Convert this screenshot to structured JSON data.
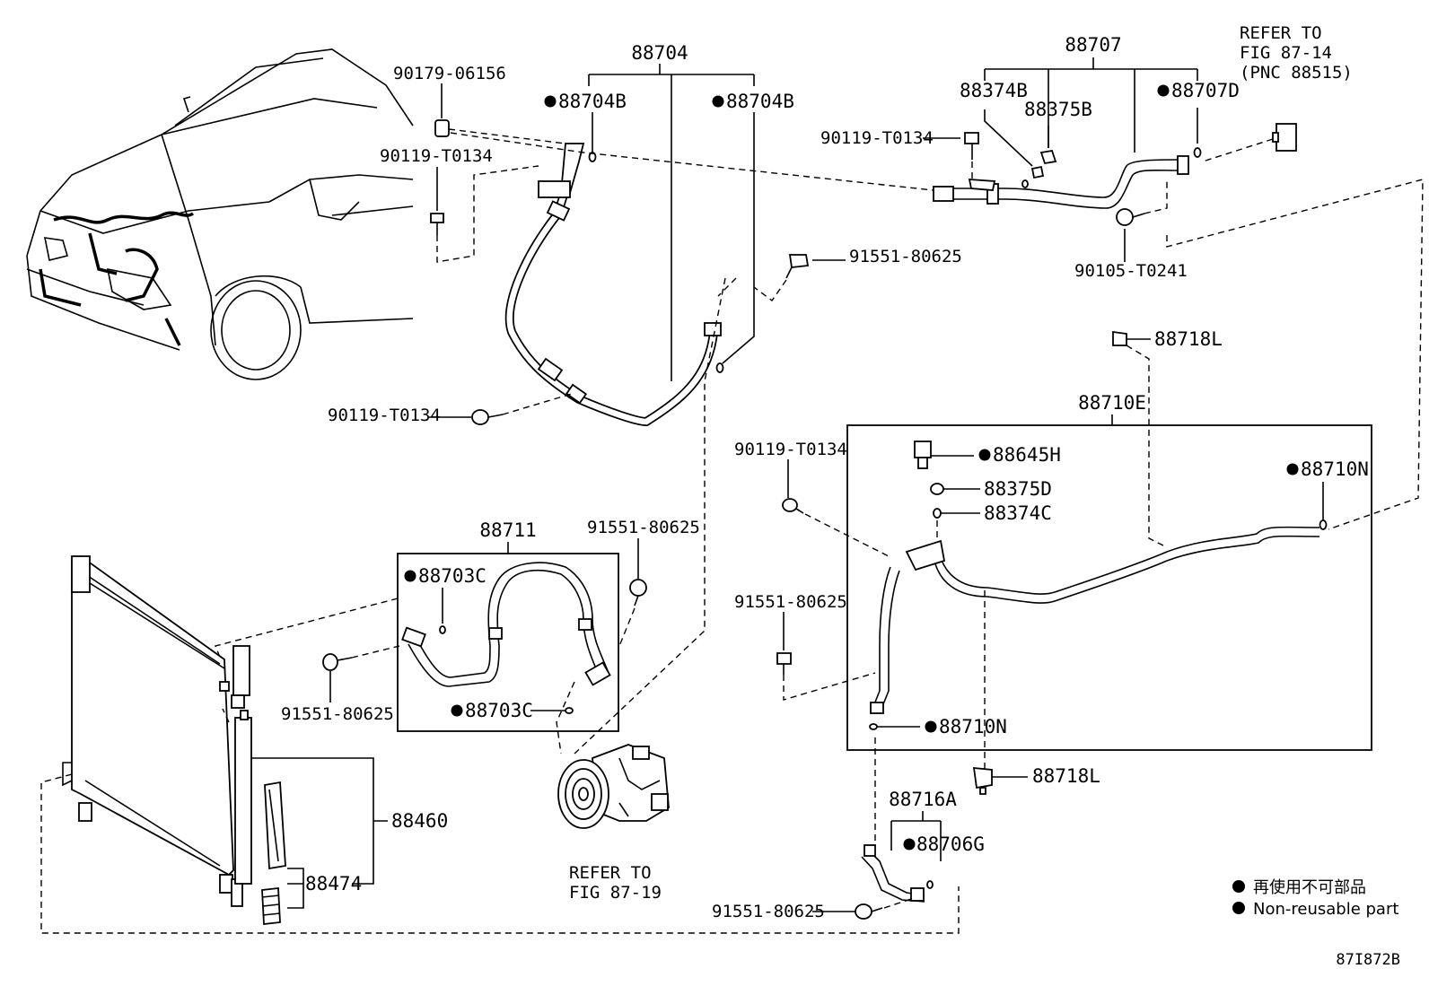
{
  "parts": {
    "p88704": "88704",
    "p88704B_left": "88704B",
    "p88704B_right": "88704B",
    "p90179_06156": "90179-06156",
    "p90119_T0134_a": "90119-T0134",
    "p90119_T0134_b": "90119-T0134",
    "p90119_T0134_c": "90119-T0134",
    "p90119_T0134_d": "90119-T0134",
    "p91551_80625_a": "91551-80625",
    "p91551_80625_b": "91551-80625",
    "p91551_80625_c": "91551-80625",
    "p91551_80625_d": "91551-80625",
    "p91551_80625_e": "91551-80625",
    "p88707": "88707",
    "p88374B": "88374B",
    "p88375B": "88375B",
    "p88707D": "88707D",
    "p90105_T0241": "90105-T0241",
    "p88718L_top": "88718L",
    "p88718L_bottom": "88718L",
    "p88710E": "88710E",
    "p88645H": "88645H",
    "p88375D": "88375D",
    "p88374C": "88374C",
    "p88710N_top": "88710N",
    "p88710N_bottom": "88710N",
    "p88711": "88711",
    "p88703C_top": "88703C",
    "p88703C_bottom": "88703C",
    "p88460": "88460",
    "p88474": "88474",
    "p88716A": "88716A",
    "p88706G": "88706G"
  },
  "refs": {
    "ref_top_line1": "REFER TO",
    "ref_top_line2": "FIG 87-14",
    "ref_top_line3": "(PNC 88515)",
    "ref_comp_line1": "REFER TO",
    "ref_comp_line2": "FIG 87-19"
  },
  "legend": {
    "japanese": "再使用不可部品",
    "english": "Non-reusable part"
  },
  "illustration_code": "87I872B"
}
